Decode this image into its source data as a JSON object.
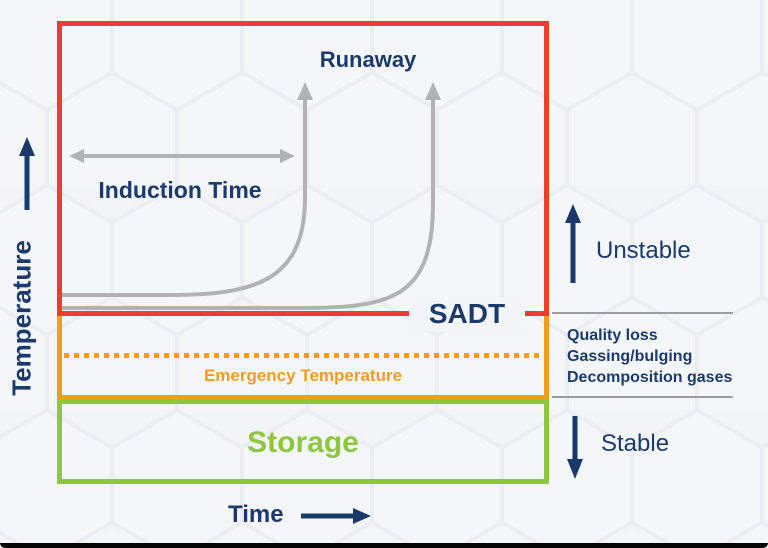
{
  "axes": {
    "y_label": "Temperature",
    "x_label": "Time"
  },
  "labels": {
    "runaway": "Runaway",
    "induction_time": "Induction Time",
    "sadt": "SADT",
    "emergency_temperature": "Emergency Temperature",
    "storage": "Storage",
    "unstable": "Unstable",
    "stable": "Stable"
  },
  "consequences": {
    "lines": [
      "Quality loss",
      "Gassing/bulging",
      "Decomposition gases"
    ]
  },
  "icons": {
    "runaway_curves": "gray-runaway-arrow-curves",
    "induction_arrow": "gray-double-headed-arrow",
    "temperature_arrow": "navy-up-arrow",
    "time_arrow": "navy-right-arrow",
    "unstable_arrow": "navy-up-arrow",
    "stable_arrow": "navy-down-arrow"
  },
  "colors": {
    "navy_text": "#1b3a6b",
    "sadt_red": "#ee3c2f",
    "emergency_orange": "#f59c20",
    "storage_green": "#8dc63f",
    "curve_gray": "#b0b2b5",
    "divider_gray": "#9a9da1",
    "background": "#f2f5f8",
    "bottom_edge": "#060606"
  }
}
